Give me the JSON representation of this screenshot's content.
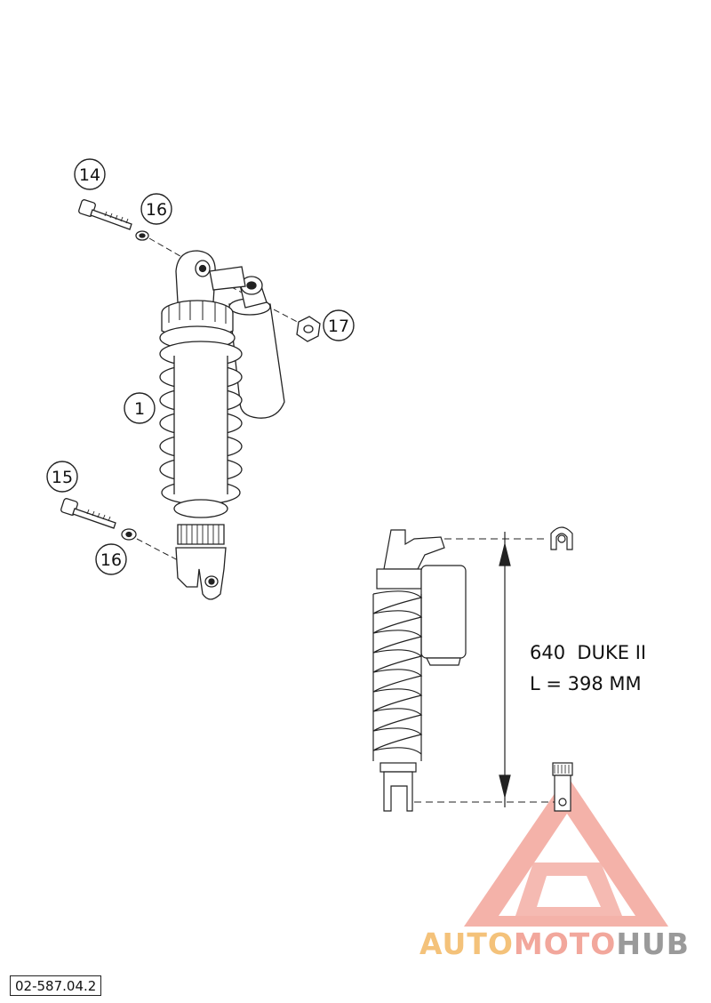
{
  "callouts": [
    "14",
    "16",
    "17",
    "1",
    "15",
    "16"
  ],
  "spec": {
    "model": "640  DUKE II",
    "length": "L = 398 MM"
  },
  "document_number": "02-587.04.2",
  "watermark": {
    "part1": "AUTO",
    "part2": "MOTO",
    "part3": "HUB",
    "colors": {
      "auto": "#f4c27a",
      "moto": "#f2a79c",
      "hub": "#9a9a9a",
      "logo": "#f3a59b"
    }
  }
}
